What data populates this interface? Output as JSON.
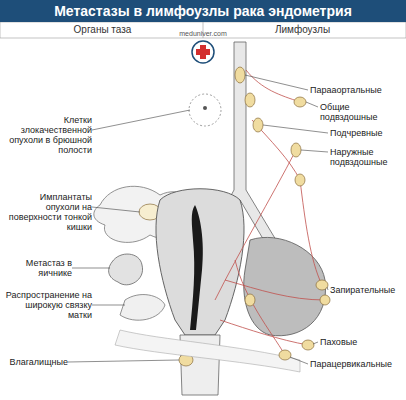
{
  "diagram": {
    "title": "Метастазы в лимфоузлы рака эндометрия",
    "labels": [
      "Органы таза",
      "meduniver.com",
      "Лимфоузлы",
      "Парааортальные",
      "Общие подвздошные",
      "Клетки злокачественной опухоли в брюшной полости",
      "Подчревные",
      "Наружные подвздошные",
      "Имплантаты опухоли на поверхности тонкой кишки",
      "Метастаз в яичнике",
      "Запирательные",
      "Распространение на широкую связку матки",
      "Влагалищные",
      "Паховые",
      "Парацервикальные"
    ]
  }
}
